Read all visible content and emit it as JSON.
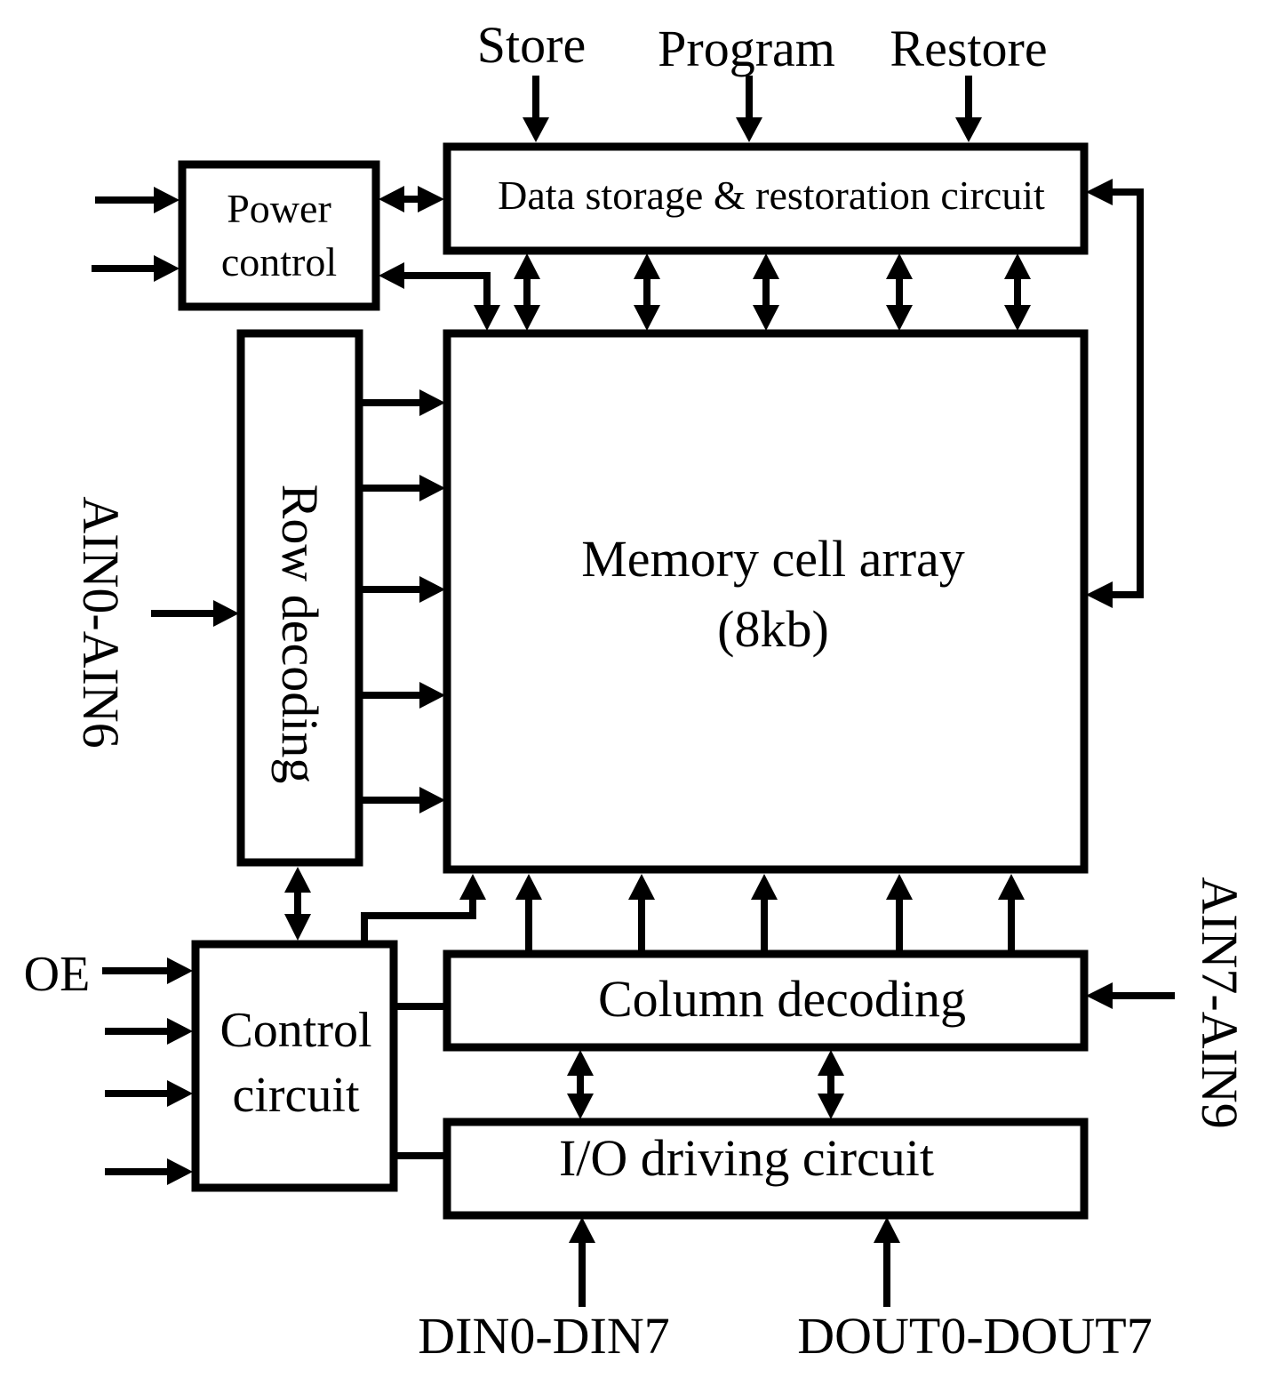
{
  "signals": {
    "store": "Store",
    "program": "Program",
    "restore": "Restore",
    "oe": "OE",
    "row_address": "AIN0-AIN6",
    "col_address": "AIN7-AIN9",
    "data_in": "DIN0-DIN7",
    "data_out": "DOUT0-DOUT7"
  },
  "blocks": {
    "power_control": {
      "line1": "Power",
      "line2": "control"
    },
    "data_storage": {
      "label": "Data storage & restoration circuit"
    },
    "memory_array": {
      "line1": "Memory cell array",
      "line2": "(8kb)"
    },
    "row_decoding": {
      "label": "Row decoding"
    },
    "control_circuit": {
      "line1": "Control",
      "line2": "circuit"
    },
    "column_decoding": {
      "label": "Column decoding"
    },
    "io_driving": {
      "label": "I/O driving circuit"
    }
  }
}
